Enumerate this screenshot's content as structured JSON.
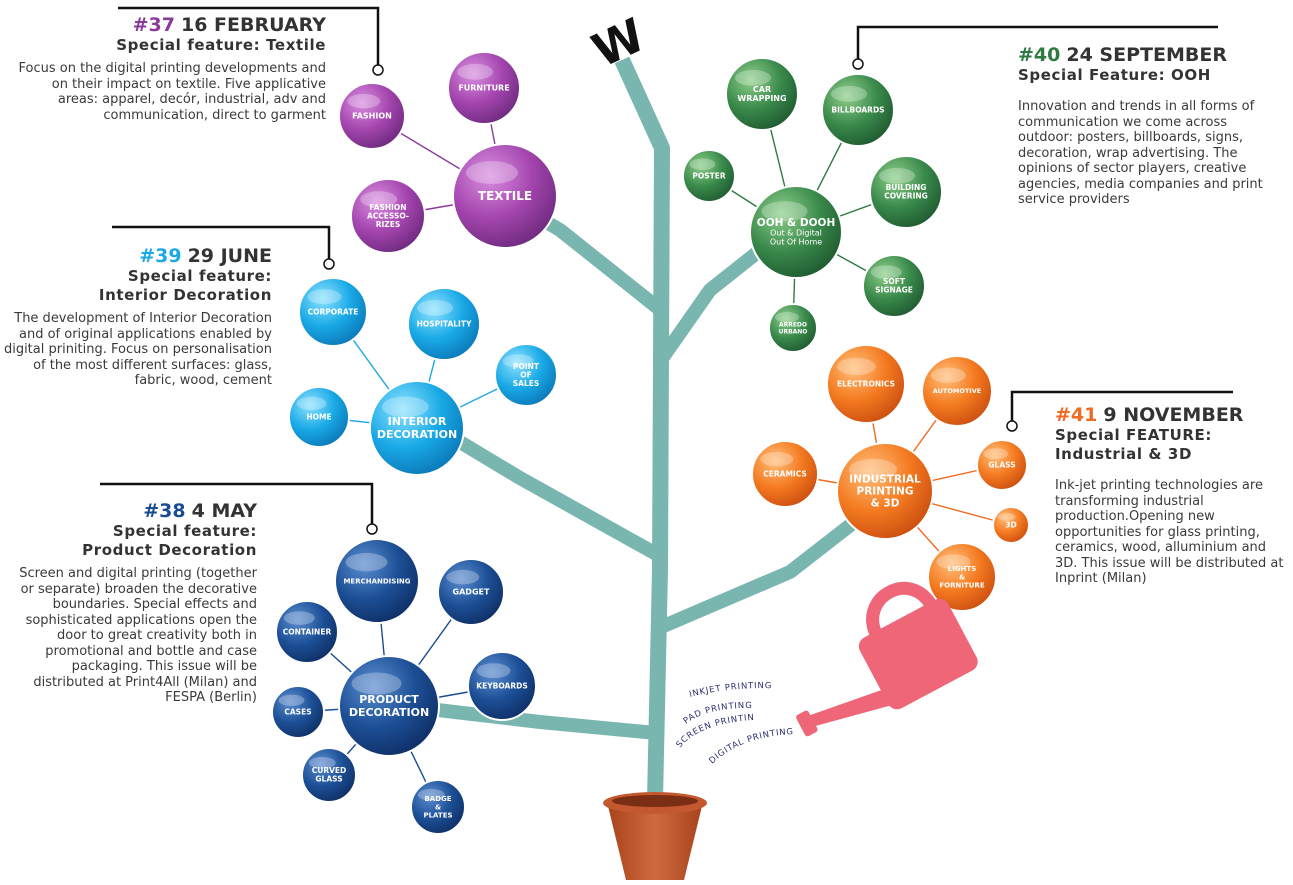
{
  "issues": {
    "textile": {
      "number": "#37",
      "date": "16 FEBRUARY",
      "subtitle": "Special feature: Textile",
      "description": "Focus on the digital printing developments and on their impact on textile. Five applicative areas: apparel, decór, industrial, adv and communication, direct to garment",
      "color": "#8a3a9a"
    },
    "interior": {
      "number": "#39",
      "date": "29 JUNE",
      "subtitle_line1": "Special feature:",
      "subtitle_line2": "Interior Decoration",
      "description": "The development of Interior Decoration and of original applications enabled by digital priniting. Focus on personalisation of the most different surfaces: glass, fabric, wood, cement",
      "color": "#1ca8e4"
    },
    "product": {
      "number": "#38",
      "date": "4 MAY",
      "subtitle_line1": "Special feature:",
      "subtitle_line2": "Product Decoration",
      "description": "Screen and digital printing (together or separate) broaden the decorative boundaries. Special effects and sophisticated applications open the door to great creativity both in promotional and bottle and case packaging. This issue will be distributed at Print4All (Milan) and FESPA (Berlin)",
      "color": "#1a4c94"
    },
    "ooh": {
      "number": "#40",
      "date": "24 SEPTEMBER",
      "subtitle": "Special Feature: OOH",
      "description": "Innovation and trends in all forms of communication we come across outdoor: posters, billboards, signs, decoration, wrap advertising. The opinions of sector players, creative agencies, media companies and print service providers",
      "color": "#2e7a42"
    },
    "industrial": {
      "number": "#41",
      "date": "9 NOVEMBER",
      "subtitle_line1": "Special FEATURE:",
      "subtitle_line2": "Industrial & 3D",
      "description": "Ink-jet printing technologies are transforming industrial production.Opening new opportunities for glass printing, ceramics, wood, alluminium and 3D. This issue will be distributed at Inprint (Milan)",
      "color": "#ef6a22"
    }
  },
  "clusters": {
    "textile": {
      "center": [
        "TEXTILE"
      ],
      "center_sub": [],
      "bubbles": [
        [
          "FASHION"
        ],
        [
          "FURNITURE"
        ],
        [
          "FASHION",
          "ACCESSO-",
          "RIZES"
        ]
      ]
    },
    "interior": {
      "center": [
        "INTERIOR",
        "DECORATION"
      ],
      "center_sub": [],
      "bubbles": [
        [
          "CORPORATE"
        ],
        [
          "HOSPITALITY"
        ],
        [
          "POINT",
          "OF",
          "SALES"
        ],
        [
          "HOME"
        ]
      ]
    },
    "product": {
      "center": [
        "PRODUCT",
        "DECORATION"
      ],
      "center_sub": [],
      "bubbles": [
        [
          "MERCHANDISING"
        ],
        [
          "GADGET"
        ],
        [
          "CONTAINER"
        ],
        [
          "KEYBOARDS"
        ],
        [
          "CASES"
        ],
        [
          "CURVED",
          "GLASS"
        ],
        [
          "BADGE",
          "&",
          "PLATES"
        ]
      ]
    },
    "ooh": {
      "center": [
        "OOH & DOOH"
      ],
      "center_sub": [
        "Out & Digital",
        "Out Of Home"
      ],
      "bubbles": [
        [
          "CAR",
          "WRAPPING"
        ],
        [
          "BILLBOARDS"
        ],
        [
          "POSTER"
        ],
        [
          "BUILDING",
          "COVERING"
        ],
        [
          "SOFT",
          "SIGNAGE"
        ],
        [
          "ARREDO",
          "URBANO"
        ]
      ]
    },
    "industrial": {
      "center": [
        "INDUSTRIAL",
        "PRINTING",
        "& 3D"
      ],
      "center_sub": [],
      "bubbles": [
        [
          "ELECTRONICS"
        ],
        [
          "AUTOMOTIVE"
        ],
        [
          "CERAMICS"
        ],
        [
          "GLASS"
        ],
        [
          "3D"
        ],
        [
          "LIGHTS",
          "&",
          "FORNITURE"
        ]
      ]
    }
  },
  "watering_can": {
    "texts": [
      "INKJET PRINTING",
      "PAD PRINTING",
      "SCREEN PRINTING",
      "DIGITAL PRINTING"
    ],
    "color": "#ee6677"
  },
  "logo": {
    "letter": "W"
  },
  "colors": {
    "trunk": "#7ab6b0",
    "pot": "#c0552e"
  }
}
